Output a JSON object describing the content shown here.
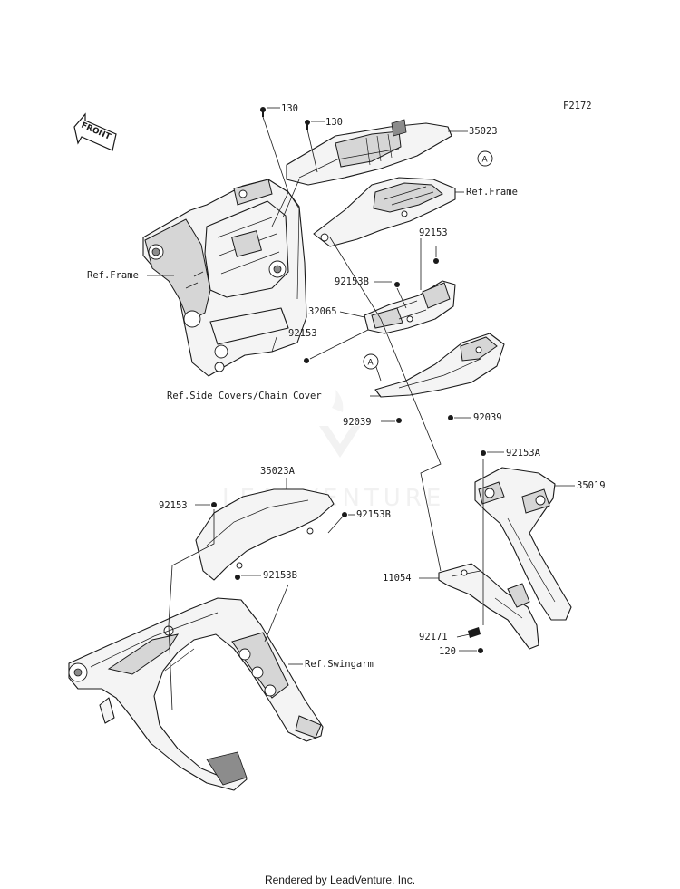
{
  "figure_code": "F2172",
  "front_arrow_text": "FRONT",
  "watermark_text": "LEADVENTURE",
  "footer_text": "Rendered by LeadVenture, Inc.",
  "callout_letter": "A",
  "labels": {
    "l130a": "130",
    "l130b": "130",
    "l35023": "35023",
    "lRefFrameTop": "Ref.Frame",
    "lRefFrameLeft": "Ref.Frame",
    "l92153_upper": "92153",
    "l92153B_upper": "92153B",
    "l32065": "32065",
    "l92153_mid": "92153",
    "lRefSideCovers": "Ref.Side Covers/Chain Cover",
    "l92039_left": "92039",
    "l92039_right": "92039",
    "l92153A": "92153A",
    "l35019": "35019",
    "l35023A": "35023A",
    "l92153_lower": "92153",
    "l92153B_lower_right": "92153B",
    "l92153B_lower": "92153B",
    "l11054": "11054",
    "l92171": "92171",
    "l120": "120",
    "lRefSwingarm": "Ref.Swingarm"
  }
}
